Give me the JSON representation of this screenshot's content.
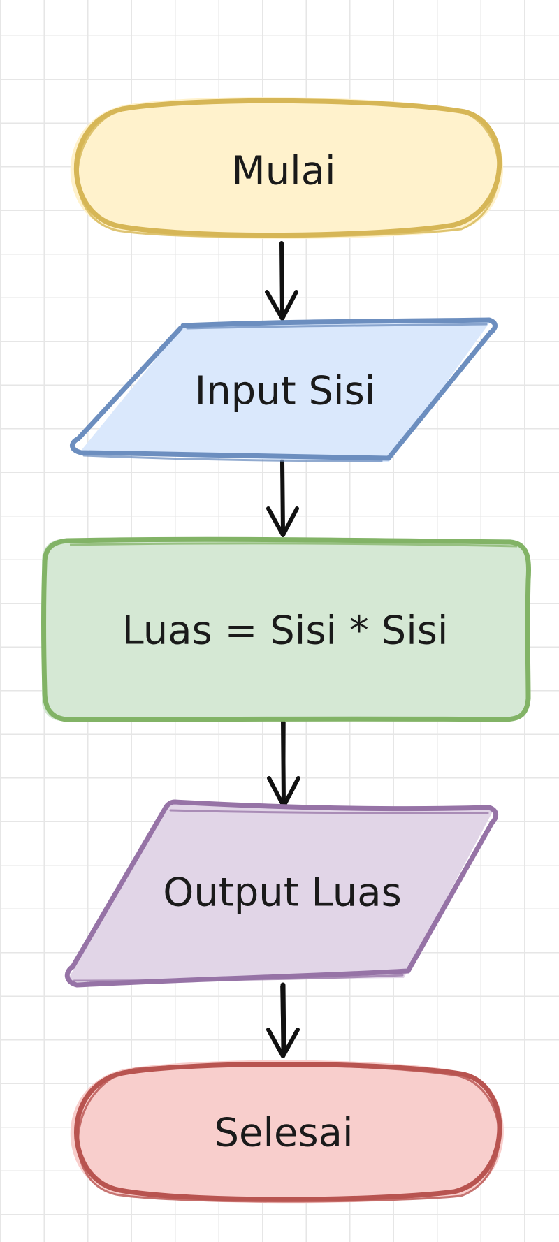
{
  "diagram": {
    "nodes": [
      {
        "id": "start",
        "shape": "terminator",
        "label": "Mulai",
        "fill": "#fff2cc",
        "stroke": "#d6b656"
      },
      {
        "id": "input",
        "shape": "parallelogram",
        "label": "Input Sisi",
        "fill": "#dae8fc",
        "stroke": "#6c8ebf"
      },
      {
        "id": "process",
        "shape": "process",
        "label": "Luas = Sisi * Sisi",
        "fill": "#d5e8d4",
        "stroke": "#82b366"
      },
      {
        "id": "output",
        "shape": "parallelogram",
        "label": "Output Luas",
        "fill": "#e1d5e7",
        "stroke": "#9673a6"
      },
      {
        "id": "end",
        "shape": "terminator",
        "label": "Selesai",
        "fill": "#f8cecc",
        "stroke": "#b85450"
      }
    ],
    "edges": [
      {
        "from": "start",
        "to": "input"
      },
      {
        "from": "input",
        "to": "process"
      },
      {
        "from": "process",
        "to": "output"
      },
      {
        "from": "output",
        "to": "end"
      }
    ],
    "arrow_color": "#111111"
  }
}
